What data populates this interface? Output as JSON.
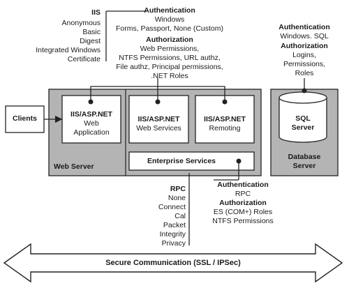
{
  "iis": {
    "title": "IIS",
    "items": [
      "Anonymous",
      "Basic",
      "Digest",
      "Integrated Windows",
      "Certificate"
    ]
  },
  "top_auth": {
    "authentication_title": "Authentication",
    "authentication_items": [
      "Windows",
      "Forms, Passport, None (Custom)"
    ],
    "authorization_title": "Authorization",
    "authorization_items": [
      "Web Permissions,",
      "NTFS Permissions, URL authz,",
      "File authz, Principal permissions,",
      ".NET Roles"
    ]
  },
  "db_auth": {
    "authentication_title": "Authentication",
    "authentication_items": [
      "Windows. SQL"
    ],
    "authorization_title": "Authorization",
    "authorization_items": [
      "Logins,",
      "Permissions,",
      "Roles"
    ]
  },
  "clients": {
    "label": "Clients"
  },
  "web_server": {
    "label": "Web Server",
    "web_app": {
      "title": "IIS/ASP.NET",
      "subtitle": [
        "Web",
        "Application"
      ]
    },
    "web_services": {
      "title": "IIS/ASP.NET",
      "subtitle": "Web Services"
    },
    "remoting": {
      "title": "IIS/ASP.NET",
      "subtitle": "Remoting"
    },
    "enterprise_services": "Enterprise Services"
  },
  "database_server": {
    "label": [
      "Database",
      "Server"
    ],
    "sql": [
      "SQL",
      "Server"
    ]
  },
  "rpc": {
    "title": "RPC",
    "items": [
      "None",
      "Connect",
      "Cal",
      "Packet",
      "Integrity",
      "Privacy"
    ]
  },
  "es_auth": {
    "authentication_title": "Authentication",
    "authentication_items": [
      "RPC"
    ],
    "authorization_title": "Authorization",
    "authorization_items": [
      "ES (COM+) Roles",
      "NTFS Permissions"
    ]
  },
  "secure_channel": {
    "label": "Secure Communication (SSL / IPSec)"
  },
  "colors": {
    "container_fill": "#b4b4b4",
    "box_fill": "#ffffff",
    "stroke": "#222222"
  }
}
